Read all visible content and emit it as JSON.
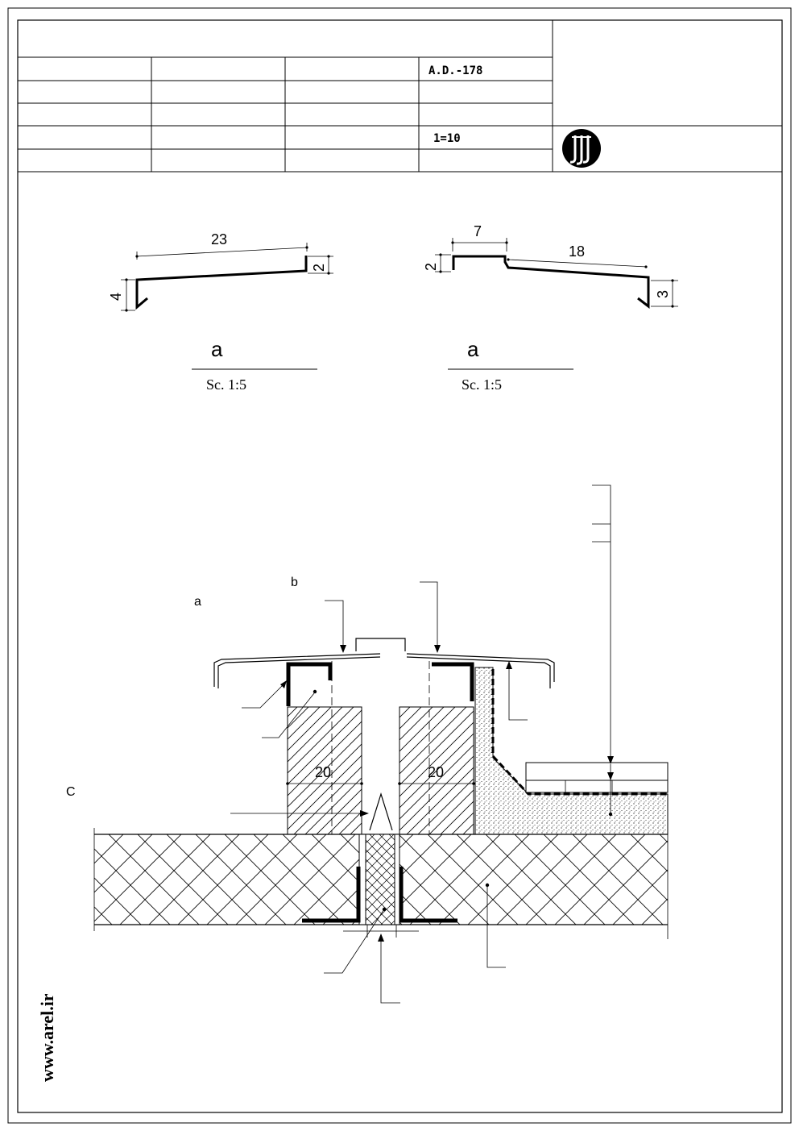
{
  "title_block": {
    "drawing_code": "A.D.-178",
    "scale": "1=10"
  },
  "detail_left": {
    "label": "a",
    "scale_text": "Sc. 1:5",
    "dims": {
      "length": "23",
      "lip_right": "2",
      "lip_left": "4"
    }
  },
  "detail_right": {
    "label": "a",
    "scale_text": "Sc. 1:5",
    "dims": {
      "cap_width": "7",
      "length": "18",
      "cap_height": "2",
      "lip": "3"
    }
  },
  "section": {
    "label_a": "a",
    "label_b": "b",
    "label_c": "C",
    "dim_left": "20",
    "dim_right": "20"
  },
  "watermark": "www.arel.ir"
}
